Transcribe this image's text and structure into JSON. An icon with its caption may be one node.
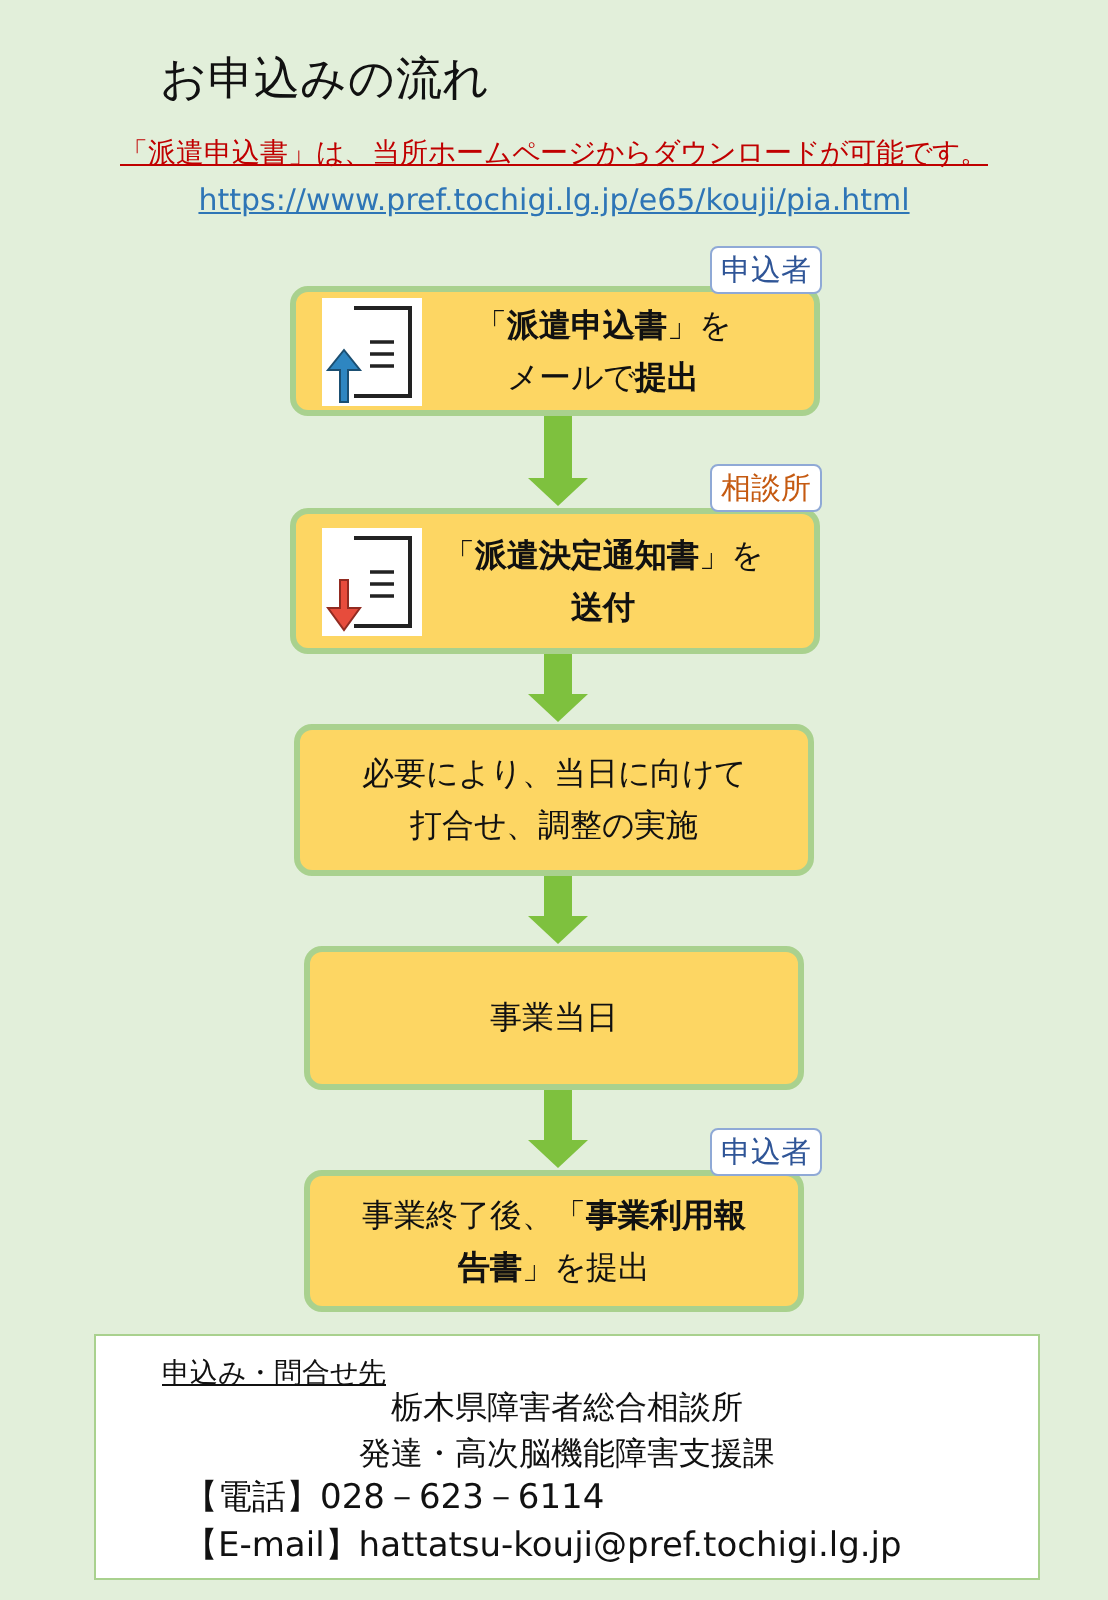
{
  "diagram": {
    "title": "お申込みの流れ",
    "nodes": [
      {
        "text": [
          "「**派遣申込書**」をメールで**提出**"
        ],
        "beside": [
          "申込者"
        ]
      },
      {
        "text": [
          "「**派遣決定通知書**」を**送付**"
        ],
        "beside": [
          "相談所"
        ]
      },
      {
        "text": [
          "必要により、当日に向けて打合せ、調整の実施"
        ]
      },
      {
        "text": [
          "事業当日"
        ]
      },
      {
        "text": [
          "事業終了後、「**事業利用報告書**」を提出"
        ],
        "beside": [
          "申込者"
        ]
      },
      {
        "text": [
          "申込み・問合せ先",
          "栃木県障害者総合相談所",
          "発達・高次脳機能障害支援課",
          "【電話】028－623－6114",
          "【E-mail】hattatsu-kouji@pref.tochigi.lg.jp"
        ]
      }
    ],
    "edges": [
      {
        "from": 0,
        "to": 1,
        "arrow": "to"
      },
      {
        "from": 1,
        "to": 2,
        "arrow": "to"
      },
      {
        "from": 2,
        "to": 3,
        "arrow": "to"
      },
      {
        "from": 3,
        "to": 4,
        "arrow": "to"
      }
    ],
    "labels": [
      "「派遣申込書」は、当所ホームページからダウンロードが可能です。",
      "https://www.pref.tochigi.lg.jp/e65/kouji/pia.html"
    ]
  }
}
